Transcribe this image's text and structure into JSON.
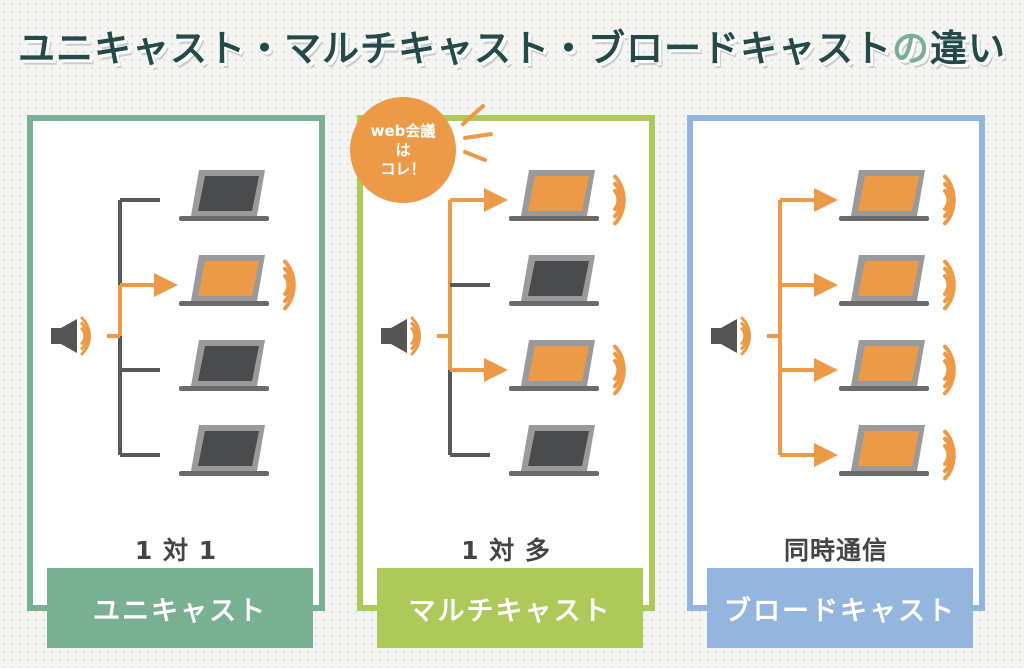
{
  "title": {
    "main": "ユニキャスト・マルチキャスト・ブロードキャスト",
    "accent": "の",
    "tail": "違い"
  },
  "panels": [
    {
      "caption": "1 対 1",
      "label": "ユニキャスト",
      "border_color": "#79b092",
      "label_color": "#79b092",
      "active_laptops": [
        false,
        true,
        false,
        false
      ]
    },
    {
      "caption": "1 対 多",
      "label": "マルチキャスト",
      "border_color": "#acc95a",
      "label_color": "#acc95a",
      "active_laptops": [
        true,
        false,
        true,
        false
      ]
    },
    {
      "caption": "同時通信",
      "label": "ブロードキャスト",
      "border_color": "#93b5de",
      "label_color": "#93b5de",
      "active_laptops": [
        true,
        true,
        true,
        true
      ]
    }
  ],
  "callout": {
    "line1": "web会議",
    "line2": "は",
    "line3": "コレ！"
  },
  "colors": {
    "active": "#ec9a48",
    "inactive": "#58595b",
    "speaker": "#555555"
  },
  "icons": [
    "speaker-icon",
    "laptop-icon",
    "arrow-icon",
    "signal-waves-icon"
  ]
}
